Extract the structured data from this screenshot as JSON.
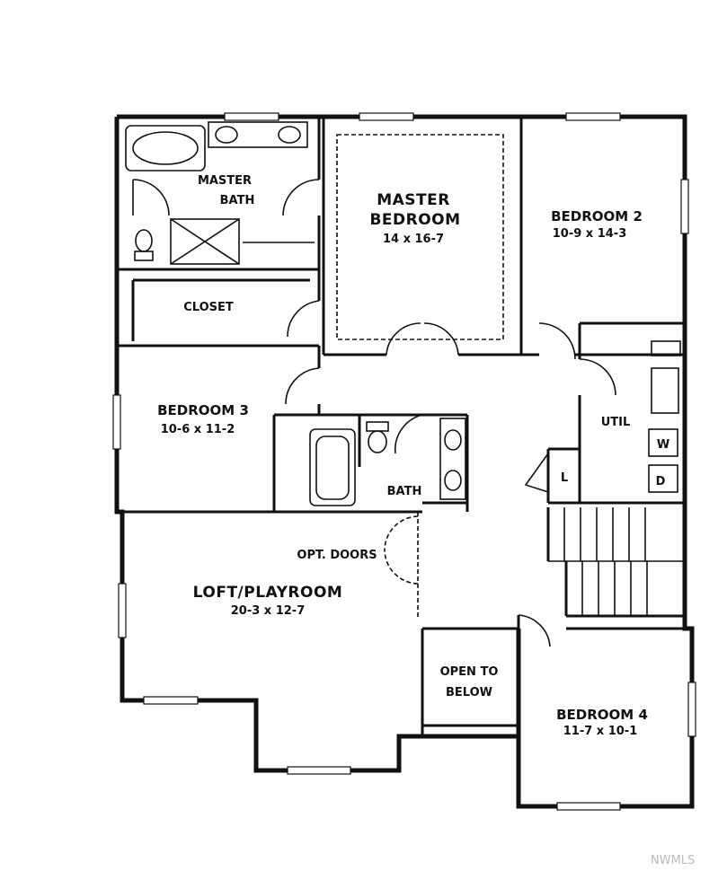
{
  "rooms": {
    "master_bath": {
      "line1": "MASTER",
      "line2": "BATH"
    },
    "closet": {
      "name": "CLOSET"
    },
    "master_bedroom": {
      "line1": "MASTER",
      "line2": "BEDROOM",
      "size": "14 x 16-7"
    },
    "bedroom2": {
      "name": "BEDROOM 2",
      "size": "10-9 x 14-3"
    },
    "bedroom3": {
      "name": "BEDROOM 3",
      "size": "10-6 x 11-2"
    },
    "bath": {
      "name": "BATH"
    },
    "util": {
      "name": "UTIL"
    },
    "loft": {
      "name": "LOFT/PLAYROOM",
      "size": "20-3 x 12-7"
    },
    "opt_doors": {
      "name": "OPT. DOORS"
    },
    "open_to_below": {
      "line1": "OPEN TO",
      "line2": "BELOW"
    },
    "bedroom4": {
      "name": "BEDROOM 4",
      "size": "11-7 x 10-1"
    }
  },
  "appliances": {
    "washer": "W",
    "dryer": "D",
    "linen": "L"
  },
  "watermark": "NWMLS"
}
